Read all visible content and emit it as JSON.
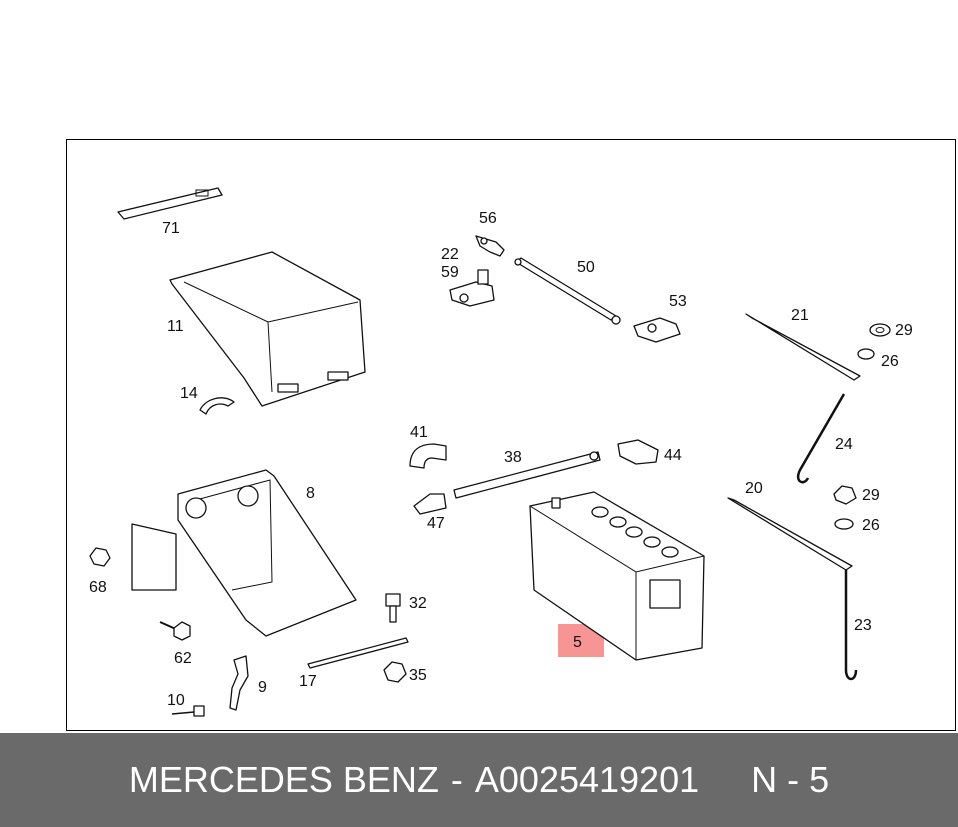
{
  "diagram": {
    "callouts": {
      "c71": "71",
      "c56": "56",
      "c22": "22",
      "c59": "59",
      "c50": "50",
      "c53": "53",
      "c21": "21",
      "c29a": "29",
      "c26a": "26",
      "c11": "11",
      "c14": "14",
      "c41": "41",
      "c38": "38",
      "c44": "44",
      "c24": "24",
      "c8": "8",
      "c47": "47",
      "c20": "20",
      "c29b": "29",
      "c26b": "26",
      "c68": "68",
      "c32": "32",
      "c5": "5",
      "c23": "23",
      "c62": "62",
      "c17": "17",
      "c35": "35",
      "c9": "9",
      "c10": "10"
    },
    "highlight_color": "#f03c3c"
  },
  "footer": {
    "brand": "MERCEDES BENZ",
    "separator": "-",
    "part_number": "A0025419201",
    "position": "N - 5"
  }
}
